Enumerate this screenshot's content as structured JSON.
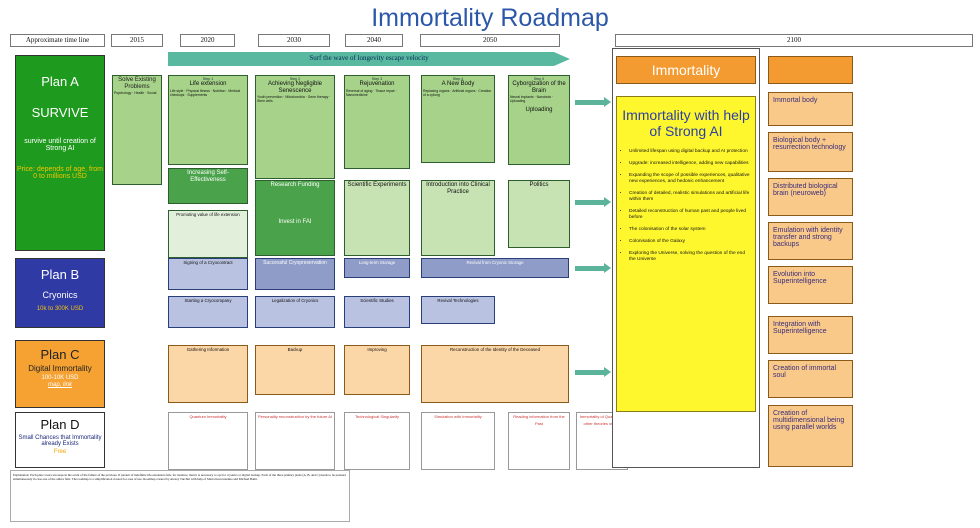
{
  "title": "Immortality Roadmap",
  "timeline": [
    "Approximate time line",
    "2015",
    "2020",
    "2030",
    "2040",
    "2050",
    "2100"
  ],
  "wave": "Surf the wave of longevity escape velocity",
  "plans": [
    {
      "name": "Plan A",
      "line": "SURVIVE",
      "desc": "survive until creation of Strong AI",
      "price": "Price: depends of age, from 0 to millions USD"
    },
    {
      "name": "Plan B",
      "line": "Cryonics",
      "price": "10k to 300K USD"
    },
    {
      "name": "Plan C",
      "line": "Digital Immortality",
      "price": "100-10K USD",
      "link": "map, link"
    },
    {
      "name": "Plan D",
      "line": "Small Chances that Immortality already Exists",
      "extra": "Free"
    }
  ],
  "row1": [
    {
      "h": "Solve Existing Problems",
      "t": "Psychology · Health · Social"
    },
    {
      "h": "Life extension",
      "s": "Step 1",
      "t": "Life style · Physical fitness · Nutrition · Medical checkups · Supplements"
    },
    {
      "h": "Achieving Negligible Senescence",
      "s": "Step 2",
      "t": "Youth prevention · Mitochondria · Gene therapy · Stem cells"
    },
    {
      "h": "Rejuvenation",
      "s": "Step 3",
      "t": "Reversal of aging · Tissue repair · Nanomedicine"
    },
    {
      "h": "A New Body",
      "s": "Step 4",
      "t": "Replacing organs · Artificial organs · Creation of a cyborg"
    },
    {
      "h": "Cyborgization of the Brain",
      "s": "Step 5",
      "t": "Neural implants · Nanobots · Uploading"
    }
  ],
  "upload": "Uploading",
  "row2": [
    {
      "h": "Increasing Self-Effectiveness"
    },
    {
      "h": "Research Funding"
    },
    {
      "h": "Scientific Experiments"
    },
    {
      "h": "Introduction into Clinical Practice"
    },
    {
      "h": "Politics"
    }
  ],
  "row2b": [
    {
      "h": "Promoting value of life extension"
    },
    {
      "h": "Invest in FAI"
    }
  ],
  "planB_row1": [
    {
      "h": "Signing of a Cryocontract"
    },
    {
      "h": "Successful Cryopreservation"
    },
    {
      "h": "Long-term Storage"
    },
    {
      "h": "Revival from Cryonic Storage"
    }
  ],
  "planB_row2": [
    {
      "h": "Starting a Cryocompany"
    },
    {
      "h": "Legalization of Cryonics"
    },
    {
      "h": "Scientific Studies"
    },
    {
      "h": "Revival Technologies"
    }
  ],
  "planC_row": [
    {
      "h": "Gathering Information"
    },
    {
      "h": "Backup"
    },
    {
      "h": "Improving"
    },
    {
      "h": "Reconstruction of the Identity of the Deceased"
    }
  ],
  "planD_row": [
    {
      "h": "Quantum Immortality"
    },
    {
      "h": "Personality reconstruction by the future AI"
    },
    {
      "h": "Technological Singularity"
    },
    {
      "h": "Simulation with Immortality"
    },
    {
      "h": "Reading information from the Past"
    },
    {
      "h": "Immortality of Qualia and other theories of Self"
    }
  ],
  "immortality_header": "Immortality",
  "strong_ai": "Immortality with help of Strong AI",
  "strong_ai_points": [
    "Unlimited lifespan using digital backup and AI protection",
    "Upgrade: increased intelligence, adding new capabilities",
    "Expanding the scope of possible experiences, qualitative new experiences, and hedonic enhancement",
    "Creation of detailed, realistic simulations and artificial life within them",
    "Detailed reconstruction of human past and people lived before",
    "The colonisation of the solar system",
    "Colonisation of the Galaxy",
    "Exploring the Universe, solving the question of the end the Universe"
  ],
  "right_boxes": [
    "Immortal body",
    "Biological body + resurrection technology",
    "Distributed biological brain (neuroweb)",
    "Emulation with identity transfer and strong backups",
    "Evolution into Superintelligence",
    "Integration with Superintelligence",
    "Creation of immortal soul",
    "Creation of multidimensional being using parallel worlds"
  ],
  "footnotes": "Explanation: Each plan covers ten steps in the event of the failure of the previous. If pursuit of indefinite life-extension fails, for instance, then it is necessary to opt for cryonics or digital backup. Each of the three primary plans (A, B, and C) needs to be pursued simultaneously in case one of the others fails. The roadmap is a simplification created for ease of use. Roadmap created by Alexey Turchin with help of Maria Konovalenko and Michael Batin."
}
